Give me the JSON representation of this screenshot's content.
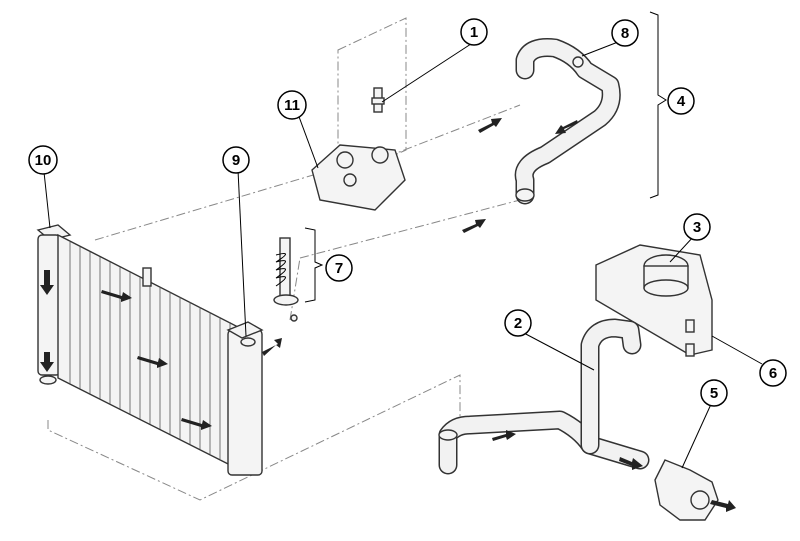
{
  "callouts": [
    {
      "number": "1",
      "part": "sensor"
    },
    {
      "number": "2",
      "part": "bottom-hose"
    },
    {
      "number": "3",
      "part": "filler-cap"
    },
    {
      "number": "4",
      "part": "top-hose-assembly"
    },
    {
      "number": "5",
      "part": "water-pump-impeller"
    },
    {
      "number": "6",
      "part": "expansion-tank"
    },
    {
      "number": "7",
      "part": "thermostat-assembly"
    },
    {
      "number": "8",
      "part": "bleed-screw"
    },
    {
      "number": "9",
      "part": "radiator-outlet"
    },
    {
      "number": "10",
      "part": "radiator"
    },
    {
      "number": "11",
      "part": "thermostat-housing"
    }
  ]
}
